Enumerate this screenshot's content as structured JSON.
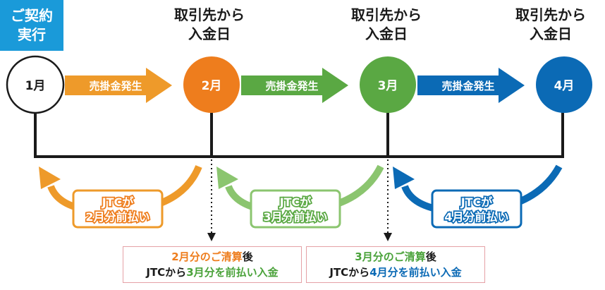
{
  "contract_label": [
    "ご契約",
    "実行"
  ],
  "receive_label": [
    "取引先から",
    "入金日"
  ],
  "months": [
    "1月",
    "2月",
    "3月",
    "4月"
  ],
  "receivable_label": "売掛金発生",
  "prepay_labels": [
    [
      "JTCが",
      "2月分前払い"
    ],
    [
      "JTCが",
      "3月分前払い"
    ],
    [
      "JTCが",
      "4月分前払い"
    ]
  ],
  "notes": [
    {
      "line1_a": "2月分のご清算",
      "line1_b": "後",
      "line2_a": "JTCから",
      "line2_b": "3月分を前払い入金"
    },
    {
      "line1_a": "3月分のご清算",
      "line1_b": "後",
      "line2_a": "JTCから",
      "line2_b": "4月分を前払い入金"
    }
  ],
  "colors": {
    "blue_header": "#1a9ad9",
    "orange": "#ee7d1d",
    "green": "#5aa843",
    "light_green": "#8bc56f",
    "blue": "#0b6ab5",
    "note_border": "#e5a1a6"
  }
}
